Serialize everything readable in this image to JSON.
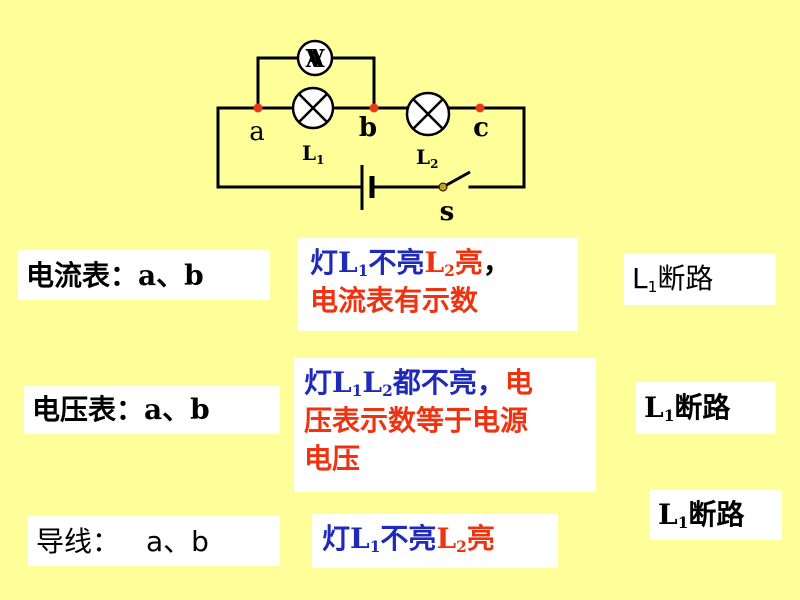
{
  "circuit": {
    "nodes": {
      "a": "a",
      "b": "b",
      "c": "c"
    },
    "lamp1_label": "L",
    "lamp1_sub": "1",
    "lamp2_label": "L",
    "lamp2_sub": "2",
    "switch_label": "s",
    "meter_letters": [
      "A",
      "V"
    ]
  },
  "rows": [
    {
      "label_main": "电流表：",
      "label_points": "a、b",
      "desc": {
        "lamp_word": "灯",
        "l1": "L",
        "l1_sub": "1",
        "off": "不亮",
        "l2": "L",
        "l2_sub": "2",
        "on": "亮",
        "comma": "，",
        "line2": "电流表有示数"
      },
      "result": {
        "l": "L",
        "sub": "1",
        "text": "断路"
      }
    },
    {
      "label_main": "电压表：",
      "label_points": "a、b",
      "desc": {
        "lamp_word": "灯",
        "l1": "L",
        "l1_sub": "1",
        "l2": "L",
        "l2_sub": "2",
        "both_off": "都不亮，",
        "red_start": "电",
        "line2": "压表示数等于电源",
        "line3": "电压"
      },
      "result": {
        "l": "L",
        "sub": "1",
        "text": "断路"
      }
    },
    {
      "label_main": "导线：",
      "label_points": "a、b",
      "desc": {
        "lamp_word": "灯",
        "l1": "L",
        "l1_sub": "1",
        "off": "不亮",
        "l2": "L",
        "l2_sub": "2",
        "on": "亮"
      },
      "result": {
        "l": "L",
        "sub": "1",
        "text": "断路"
      }
    }
  ],
  "colors": {
    "background": "#FFFF99",
    "blue": "#1F2BB8",
    "red": "#EE3311",
    "node": "#E83A1A"
  }
}
